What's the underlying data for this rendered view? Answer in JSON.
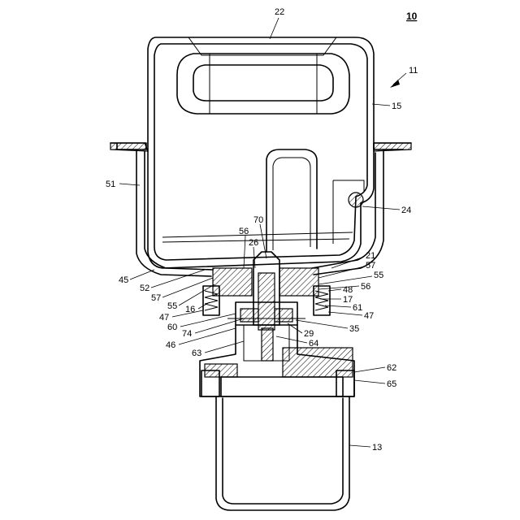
{
  "figure_number": "10",
  "labels": {
    "l22": "22",
    "l11": "11",
    "l15": "15",
    "l51": "51",
    "l24": "24",
    "l70": "70",
    "l56a": "56",
    "l26": "26",
    "l21": "21",
    "l57a": "57",
    "l55a": "55",
    "l56b": "56",
    "l45": "45",
    "l52": "52",
    "l57b": "57",
    "l55b": "55",
    "l16": "16",
    "l48": "48",
    "l17": "17",
    "l61": "61",
    "l47a": "47",
    "l47b": "47",
    "l60": "60",
    "l74": "74",
    "l35": "35",
    "l29": "29",
    "l46": "46",
    "l63": "63",
    "l64": "64",
    "l62": "62",
    "l65": "65",
    "l13": "13"
  }
}
